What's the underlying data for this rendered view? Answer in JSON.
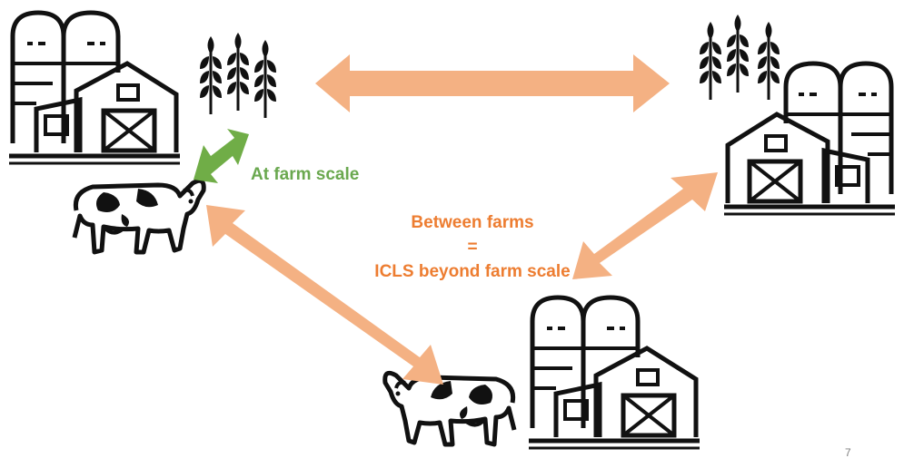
{
  "labels": {
    "farm_scale": "At farm scale",
    "between_farms": "Between farms",
    "equals": "=",
    "beyond_farm": "ICLS beyond farm scale"
  },
  "page_number": "7",
  "colors": {
    "orange_arrow": "#f4b183",
    "orange_text": "#ed7d31",
    "green": "#6aa84f",
    "icon": "#111111"
  },
  "icons": [
    "farm-icon",
    "wheat-icon",
    "cow-icon",
    "double-arrow-icon"
  ]
}
